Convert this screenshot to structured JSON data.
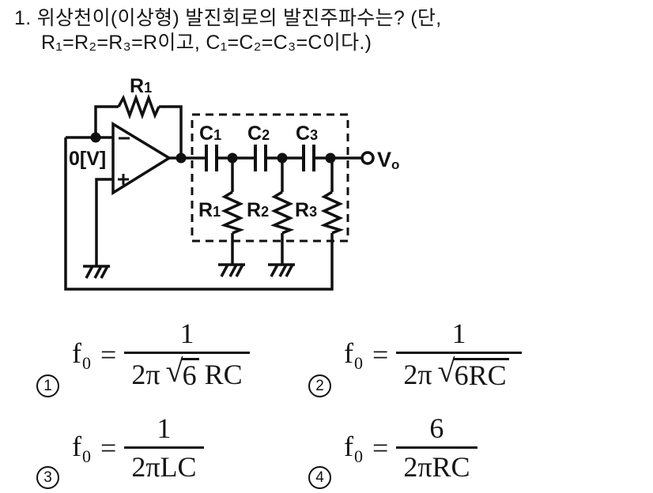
{
  "question": {
    "line1": "1. 위상천이(이상형) 발진회로의 발진주파수는? (단,",
    "line2": "R₁=R₂=R₃=R이고,  C₁=C₂=C₃=C이다.)"
  },
  "circuit": {
    "feedback_resistor": {
      "t": "R",
      "s": "1"
    },
    "input_label": "0[V]",
    "opamp": {
      "minus": "−",
      "plus": "+"
    },
    "capacitors": [
      {
        "t": "C",
        "s": "1"
      },
      {
        "t": "C",
        "s": "2"
      },
      {
        "t": "C",
        "s": "3"
      }
    ],
    "shunt_resistors": [
      {
        "t": "R",
        "s": "1"
      },
      {
        "t": "R",
        "s": "2"
      },
      {
        "t": "R",
        "s": "3"
      }
    ],
    "output_label": {
      "t": "V",
      "s": "o"
    }
  },
  "options": [
    {
      "number": "1",
      "f": "f",
      "f_sub": "0",
      "eq": "=",
      "numerator": "1",
      "den_pre": "2π",
      "radicand": "6",
      "den_post": "RC"
    },
    {
      "number": "2",
      "f": "f",
      "f_sub": "0",
      "eq": "=",
      "numerator": "1",
      "den_pre": "2π",
      "radicand": "6RC",
      "den_post": ""
    },
    {
      "number": "3",
      "f": "f",
      "f_sub": "0",
      "eq": "=",
      "numerator": "1",
      "den": "2πLC"
    },
    {
      "number": "4",
      "f": "f",
      "f_sub": "0",
      "eq": "=",
      "numerator": "6",
      "den": "2πRC"
    }
  ],
  "colors": {
    "ink": "#111111",
    "background": "#ffffff"
  }
}
